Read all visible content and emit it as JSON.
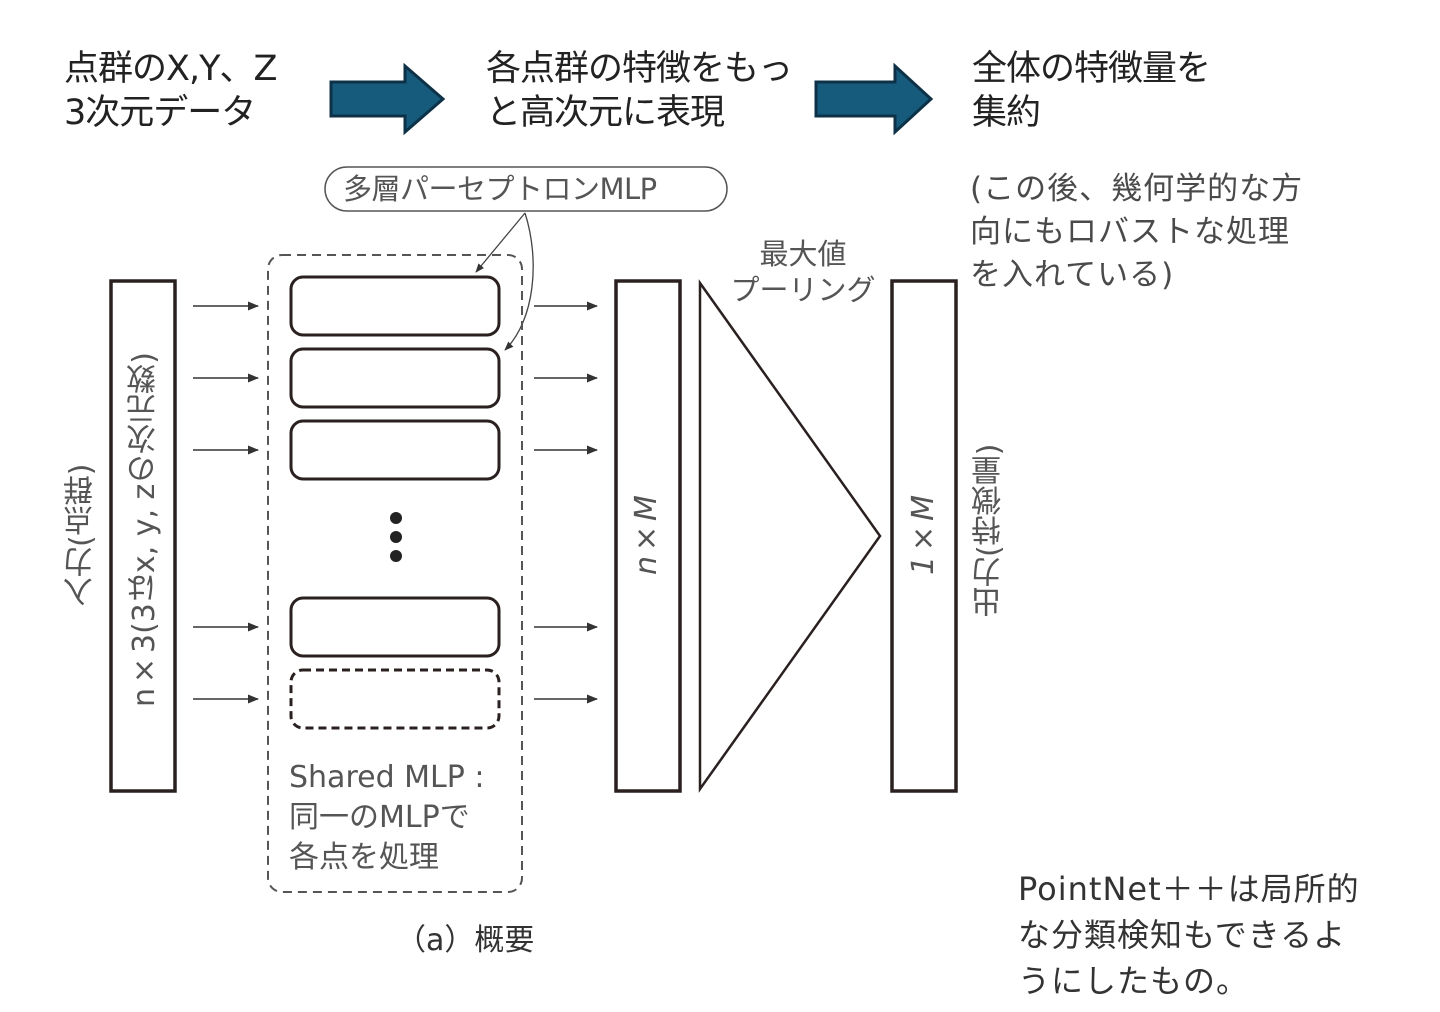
{
  "steps": [
    {
      "text": "点群のX,Y、Z\n3次元データ"
    },
    {
      "text": "各点群の特徴をもっ\nと高次元に表現"
    },
    {
      "text": "全体の特徴量を\n集約"
    }
  ],
  "flow_arrow_color": "#165a7c",
  "mlp_callout": "多層パーセプトロンMLP",
  "input_label": "入力(点群)",
  "input_box_label": "n×3(3はx, y, zの次元数)",
  "shared_mlp_note": "Shared MLP :\n同一のMLPで\n各点を処理",
  "feature_box_label": "n×M",
  "pooling_label": "最大値\nプーリング",
  "output_box_label": "1×M",
  "output_label": "出力(特徴量)",
  "robust_note": "(この後、幾何学的な方\n向にもロバストな処理\nを入れている)",
  "caption": "（a）概要",
  "pointnet_note": "PointNet＋＋は局所的\nな分類検知もできるよ\nうにしたもの。"
}
